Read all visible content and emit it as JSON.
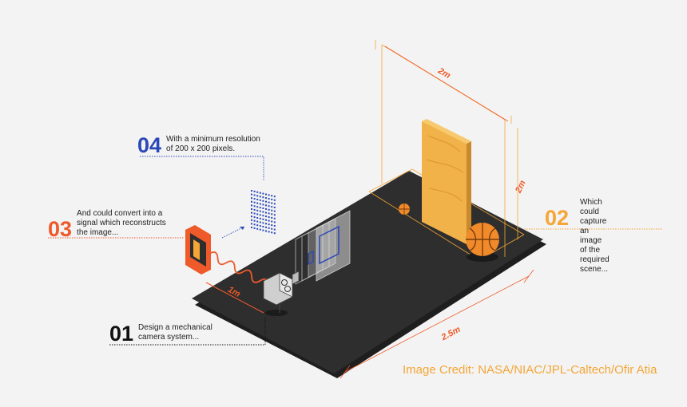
{
  "callouts": {
    "c01": {
      "number": "01",
      "text": "Design a mechanical\ncamera system..."
    },
    "c02": {
      "number": "02",
      "text": "Which could capture\nan image of the\nrequired scene..."
    },
    "c03": {
      "number": "03",
      "text": "And could convert into a\nsignal which reconstructs\nthe image..."
    },
    "c04": {
      "number": "04",
      "text": "With a minimum resolution\nof 200 x 200 pixels."
    }
  },
  "dimensions": {
    "width": "2m",
    "height": "2m",
    "depth": "2.5m",
    "camera_distance": "1m"
  },
  "credit": "Image Credit: NASA/NIAC/JPL-Caltech/Ofir Atia",
  "colors": {
    "blue": "#2b48b8",
    "orange_red": "#ee5a2a",
    "orange": "#f4a636",
    "platform": "#2e2e2e",
    "wood": "#f1b24a"
  }
}
